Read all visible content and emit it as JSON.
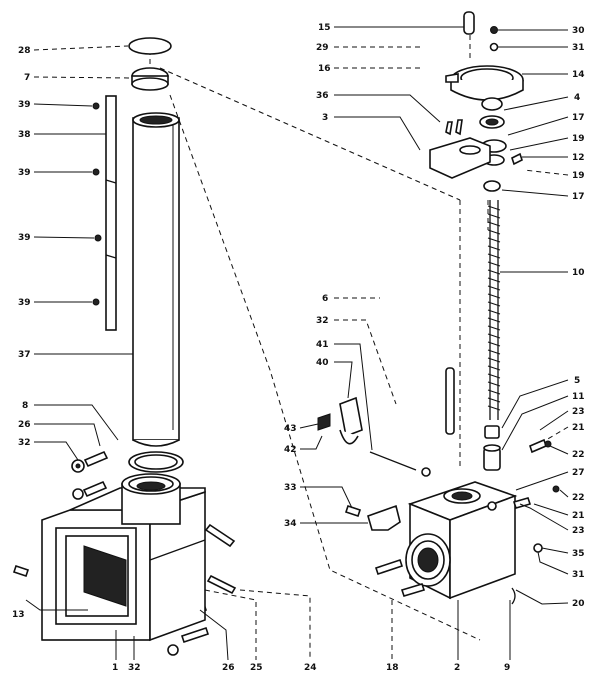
{
  "callouts": {
    "c1": "1",
    "c2": "2",
    "c3": "3",
    "c4": "4",
    "c5": "5",
    "c6": "6",
    "c7": "7",
    "c8": "8",
    "c9": "9",
    "c10": "10",
    "c11": "11",
    "c12": "12",
    "c13": "13",
    "c14": "14",
    "c15": "15",
    "c16": "16",
    "c17a": "17",
    "c17b": "17",
    "c18": "18",
    "c19a": "19",
    "c19b": "19",
    "c20": "20",
    "c21a": "21",
    "c21b": "21",
    "c22a": "22",
    "c22b": "22",
    "c23a": "23",
    "c23b": "23",
    "c24": "24",
    "c25": "25",
    "c26a": "26",
    "c26b": "26",
    "c27": "27",
    "c28": "28",
    "c29": "29",
    "c30": "30",
    "c31a": "31",
    "c31b": "31",
    "c32a": "32",
    "c32b": "32",
    "c32c": "32",
    "c33": "33",
    "c34": "34",
    "c35": "35",
    "c36": "36",
    "c37": "37",
    "c38": "38",
    "c39a": "39",
    "c39b": "39",
    "c39c": "39",
    "c39d": "39",
    "c40": "40",
    "c41": "41",
    "c42": "42",
    "c43": "43"
  }
}
